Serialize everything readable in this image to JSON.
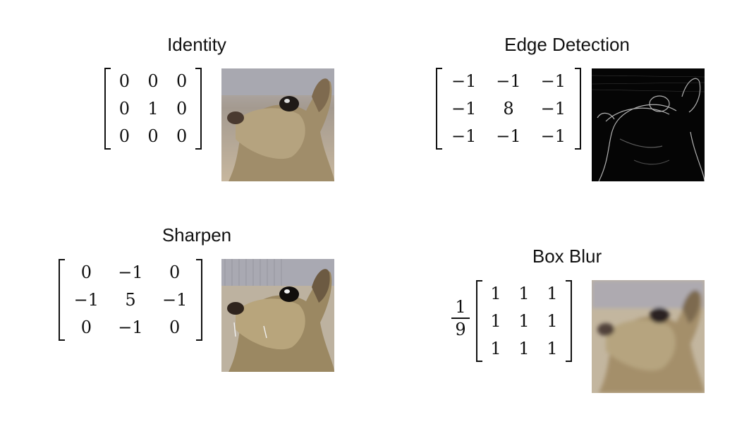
{
  "kernels": [
    {
      "title": "Identity",
      "rows": [
        [
          "0",
          "0",
          "0"
        ],
        [
          "0",
          "1",
          "0"
        ],
        [
          "0",
          "0",
          "0"
        ]
      ]
    },
    {
      "title": "Edge Detection",
      "rows": [
        [
          "−1",
          "−1",
          "−1"
        ],
        [
          "−1",
          "8",
          "−1"
        ],
        [
          "−1",
          "−1",
          "−1"
        ]
      ]
    },
    {
      "title": "Sharpen",
      "rows": [
        [
          "0",
          "−1",
          "0"
        ],
        [
          "−1",
          "5",
          "−1"
        ],
        [
          "0",
          "−1",
          "0"
        ]
      ]
    },
    {
      "title": "Box Blur",
      "scale_num": "1",
      "scale_den": "9",
      "rows": [
        [
          "1",
          "1",
          "1"
        ],
        [
          "1",
          "1",
          "1"
        ],
        [
          "1",
          "1",
          "1"
        ]
      ]
    }
  ]
}
